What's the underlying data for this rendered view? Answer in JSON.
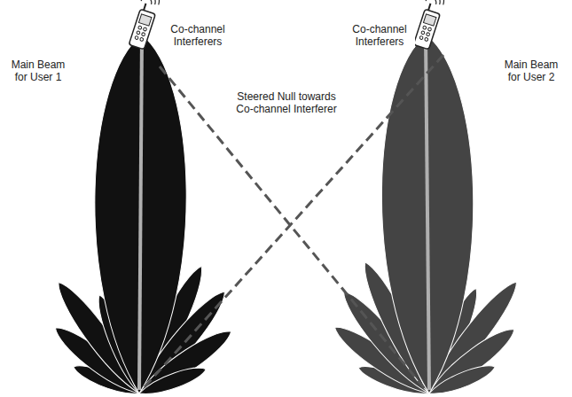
{
  "diagram": {
    "labels": [
      "Co-channel Interferers",
      "Main Beam for User 1",
      "Steered Null towards Co-channel Interferer",
      "Co-channel Interferers",
      "Main Beam for User 2"
    ]
  }
}
